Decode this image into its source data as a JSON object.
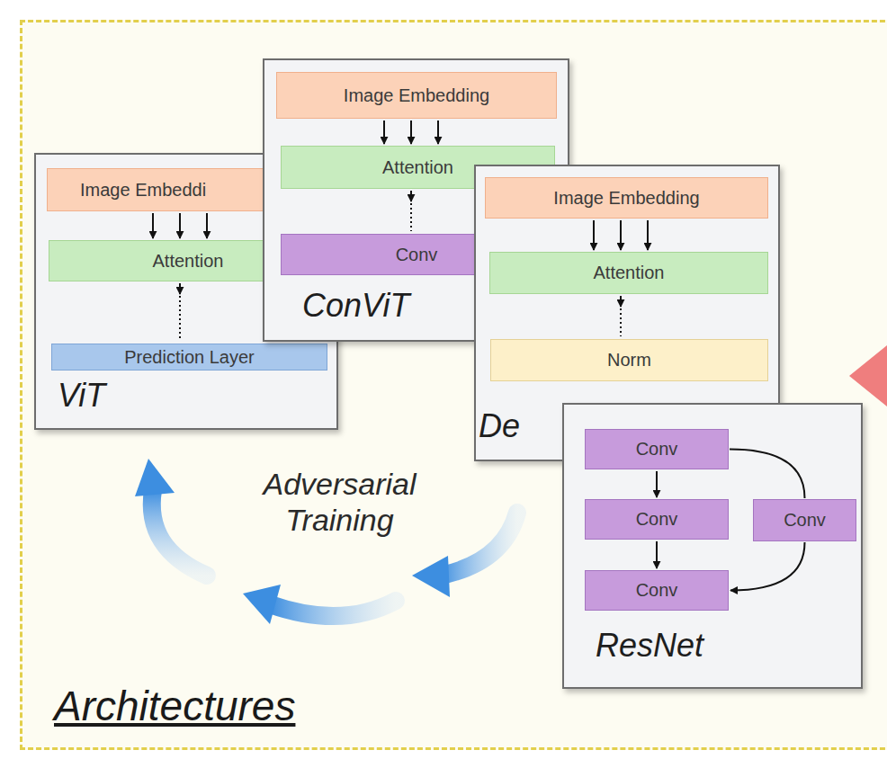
{
  "diagram": {
    "title": "Architectures",
    "nodes": [
      {
        "text": [
          "ViT"
        ]
      },
      {
        "text": [
          "Image Embeddi"
        ],
        "in": 0
      },
      {
        "text": [
          "Attention"
        ],
        "in": 0
      },
      {
        "text": [
          "Prediction Layer"
        ],
        "in": 0
      },
      {
        "text": [
          "ConViT"
        ]
      },
      {
        "text": [
          "Image Embedding"
        ],
        "in": 4
      },
      {
        "text": [
          "Attention"
        ],
        "in": 4
      },
      {
        "text": [
          "Conv"
        ],
        "in": 4
      },
      {
        "text": [
          "De"
        ]
      },
      {
        "text": [
          "Image Embedding"
        ],
        "in": 8
      },
      {
        "text": [
          "Attention"
        ],
        "in": 8
      },
      {
        "text": [
          "Norm"
        ],
        "in": 8
      },
      {
        "text": [
          "ResNet"
        ]
      },
      {
        "text": [
          "Conv"
        ],
        "in": 12
      },
      {
        "text": [
          "Conv"
        ],
        "in": 12
      },
      {
        "text": [
          "Conv"
        ],
        "in": 12
      },
      {
        "text": [
          "Conv"
        ],
        "in": 12
      }
    ],
    "edges": [
      {
        "from": 1,
        "to": 2,
        "arrow": "to"
      },
      {
        "from": 1,
        "to": 2,
        "arrow": "to"
      },
      {
        "from": 1,
        "to": 2,
        "arrow": "to"
      },
      {
        "from": 2,
        "to": 3,
        "arrow": "to"
      },
      {
        "from": 5,
        "to": 6,
        "arrow": "to"
      },
      {
        "from": 5,
        "to": 6,
        "arrow": "to"
      },
      {
        "from": 5,
        "to": 6,
        "arrow": "to"
      },
      {
        "from": 6,
        "to": 7,
        "arrow": "to"
      },
      {
        "from": 9,
        "to": 10,
        "arrow": "to"
      },
      {
        "from": 9,
        "to": 10,
        "arrow": "to"
      },
      {
        "from": 9,
        "to": 10,
        "arrow": "to"
      },
      {
        "from": 10,
        "to": 11,
        "arrow": "to"
      },
      {
        "from": 13,
        "to": 14,
        "arrow": "to"
      },
      {
        "from": 14,
        "to": 15,
        "arrow": "to"
      },
      {
        "from": 13,
        "to": 16,
        "arrow": "none"
      },
      {
        "from": 16,
        "to": 15,
        "arrow": "to"
      }
    ],
    "labels": [
      "Adversarial Training"
    ]
  }
}
